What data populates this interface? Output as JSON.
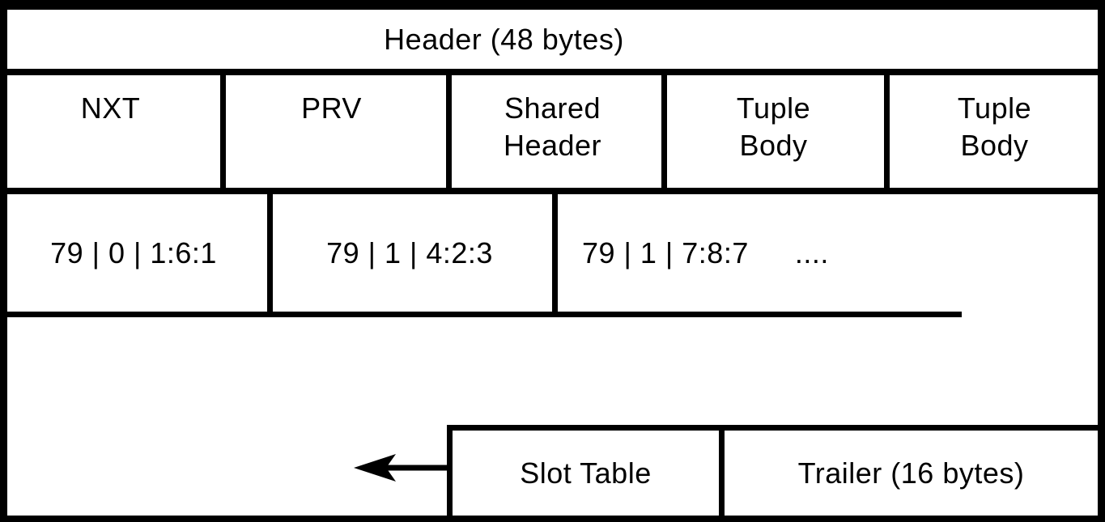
{
  "diagram": {
    "header_label": "Header (48 bytes)",
    "field_cells": [
      "NXT",
      "PRV",
      "Shared\nHeader",
      "Tuple\nBody",
      "Tuple\nBody"
    ],
    "slot_values": [
      "79 | 0 | 1:6:1",
      "79 | 1 | 4:2:3",
      "79 | 1 | 7:8:7"
    ],
    "ellipsis": "....",
    "slot_table_label": "Slot Table",
    "trailer_label": "Trailer (16 bytes)",
    "colors": {
      "line": "#000000",
      "background": "#ffffff"
    }
  }
}
